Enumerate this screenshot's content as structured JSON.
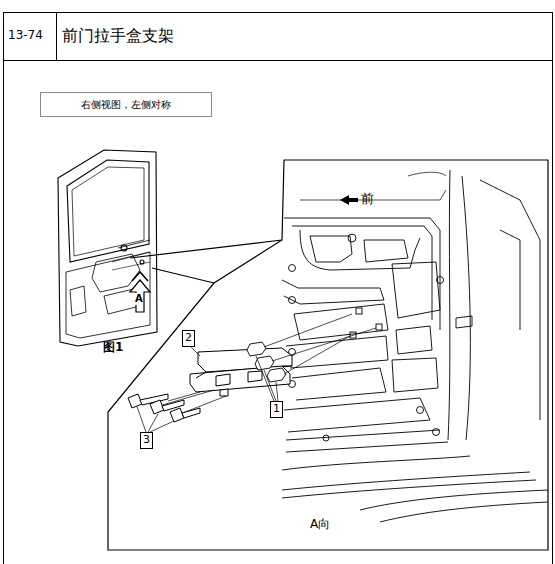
{
  "diagram": {
    "title": "前门拉手盒支架",
    "nodes": [
      {
        "text": [
          "右侧视图，左侧对称"
        ]
      },
      {
        "text": [
          "2"
        ]
      },
      {
        "text": [
          "1"
        ]
      },
      {
        "text": [
          "3"
        ]
      }
    ],
    "labels": [
      "13-74",
      "图1",
      "A",
      "前",
      "A向"
    ]
  }
}
